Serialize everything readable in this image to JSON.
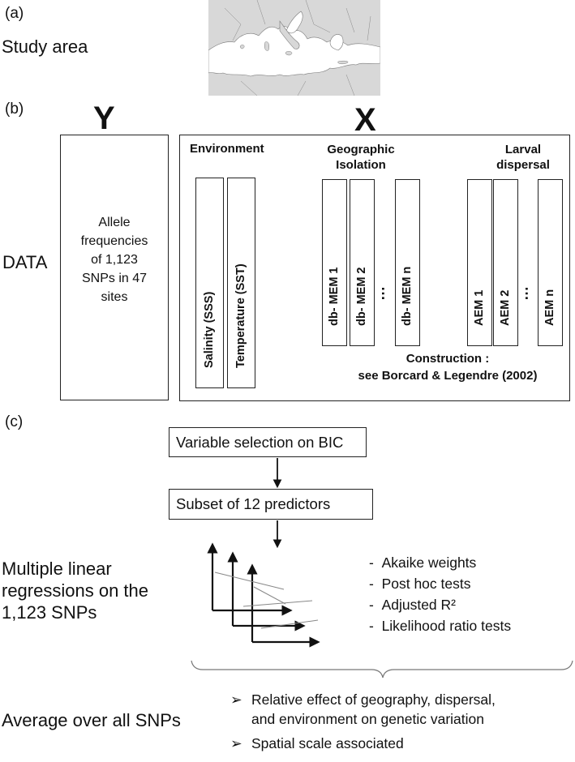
{
  "panel_a": {
    "tag": "(a)",
    "label": "Study area"
  },
  "panel_b": {
    "tag": "(b)",
    "y_letter": "Y",
    "x_letter": "X",
    "data_label": "DATA",
    "y_box_lines": [
      "Allele",
      "frequencies",
      "of 1,123",
      "SNPs in 47",
      "sites"
    ],
    "groups": {
      "environment": {
        "title": "Environment",
        "bars": [
          "Salinity (SSS)",
          "Temperature (SST)"
        ]
      },
      "geographic": {
        "title_lines": [
          "Geographic",
          "Isolation"
        ],
        "bars": [
          "db- MEM 1",
          "db- MEM 2",
          "db- MEM n"
        ],
        "ellipsis": "…"
      },
      "larval": {
        "title_lines": [
          "Larval",
          "dispersal"
        ],
        "bars": [
          "AEM 1",
          "AEM 2",
          "AEM n"
        ],
        "ellipsis": "…"
      }
    },
    "construction_lines": [
      "Construction :",
      "see Borcard & Legendre (2002)"
    ]
  },
  "panel_c": {
    "tag": "(c)",
    "step1": "Variable selection on BIC",
    "step2": "Subset of 12 predictors",
    "regression_label_lines": [
      "Multiple linear",
      "regressions on the",
      "1,123 SNPs"
    ],
    "bullets": [
      "Akaike weights",
      "Post hoc tests",
      "Adjusted R²",
      "Likelihood ratio tests"
    ],
    "bullet_prefix": "-",
    "average_label": "Average over all SNPs",
    "outcomes": [
      "Relative effect of geography, dispersal, and environment on genetic variation",
      "Spatial scale associated"
    ],
    "outcome_lines": [
      [
        "Relative effect of geography, dispersal,",
        "and environment on genetic variation"
      ],
      [
        "Spatial scale associated"
      ]
    ]
  }
}
